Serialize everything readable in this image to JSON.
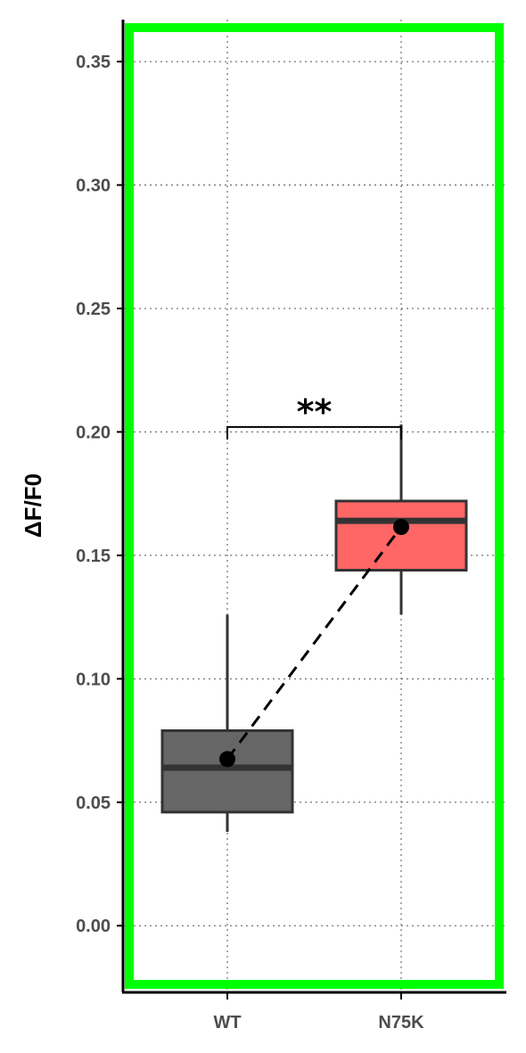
{
  "chart_data": {
    "type": "box",
    "ylabel": "ΔF/F0",
    "xlabel": "",
    "ylim": [
      -0.027,
      0.367
    ],
    "yticks": [
      0.0,
      0.05,
      0.1,
      0.15,
      0.2,
      0.25,
      0.3,
      0.35
    ],
    "ytick_labels": [
      "0.00",
      "0.05",
      "0.10",
      "0.15",
      "0.20",
      "0.25",
      "0.30",
      "0.35"
    ],
    "categories": [
      "WT",
      "N75K"
    ],
    "grid": true,
    "boxes": [
      {
        "name": "WT",
        "whisker_low": 0.038,
        "q1": 0.046,
        "median": 0.064,
        "q3": 0.079,
        "whisker_high": 0.126,
        "mean": 0.0675,
        "color": "#666666"
      },
      {
        "name": "N75K",
        "whisker_low": 0.126,
        "q1": 0.144,
        "median": 0.164,
        "q3": 0.172,
        "whisker_high": 0.203,
        "mean": 0.1615,
        "color": "#ff6666"
      }
    ],
    "mean_line": {
      "style": "dashed",
      "color": "#000000"
    },
    "significance": {
      "label": "**",
      "from": "WT",
      "to": "N75K",
      "y": 0.202
    },
    "highlight_color": "#00ff00"
  }
}
